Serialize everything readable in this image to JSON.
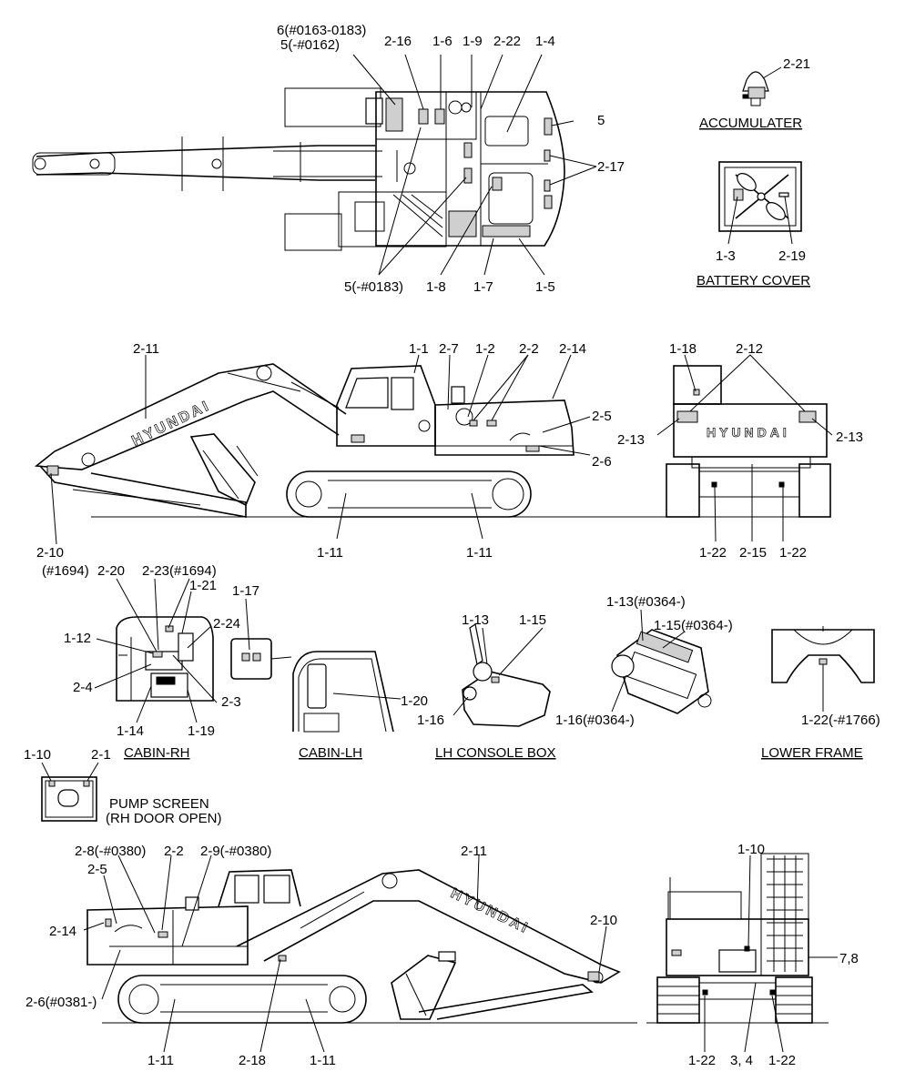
{
  "captions": {
    "accumulater": "ACCUMULATER",
    "battery_cover": "BATTERY COVER",
    "cabin_rh": "CABIN-RH",
    "cabin_lh": "CABIN-LH",
    "lh_console_box": "LH CONSOLE BOX",
    "lower_frame": "LOWER FRAME",
    "pump_screen_1": "PUMP SCREEN",
    "pump_screen_2": "(RH DOOR OPEN)"
  },
  "brand_text": "HYUNDAI",
  "labels": {
    "top": [
      "6(#0163-0183)",
      "5(-#0162)",
      "2-16",
      "1-6",
      "1-9",
      "2-22",
      "1-4",
      "5",
      "2-17",
      "5(-#0183)",
      "1-8",
      "1-7",
      "1-5"
    ],
    "accumulater": [
      "2-21"
    ],
    "battery": [
      "1-3",
      "2-19"
    ],
    "side": [
      "2-11",
      "1-1",
      "2-7",
      "1-2",
      "2-2",
      "2-14",
      "2-5",
      "2-6",
      "2-10",
      "1-11",
      "1-11"
    ],
    "rear": [
      "1-18",
      "2-12",
      "2-13",
      "2-13",
      "1-22",
      "2-15",
      "1-22"
    ],
    "cabin_rh": [
      "(#1694)",
      "2-20",
      "2-23(#1694)",
      "1-21",
      "1-12",
      "2-24",
      "2-4",
      "2-3",
      "1-14",
      "1-19"
    ],
    "cabin_lh": [
      "1-17",
      "1-20"
    ],
    "console": [
      "1-13",
      "1-15",
      "1-16"
    ],
    "console2": [
      "1-13(#0364-)",
      "1-15(#0364-)",
      "1-16(#0364-)"
    ],
    "lower_frame": [
      "1-22(-#1766)"
    ],
    "pump": [
      "1-10",
      "2-1"
    ],
    "bottom": [
      "2-8(-#0380)",
      "2-2",
      "2-9(-#0380)",
      "2-5",
      "2-11",
      "2-14",
      "2-10",
      "2-6(#0381-)",
      "1-11",
      "2-18",
      "1-11"
    ],
    "front": [
      "1-10",
      "7,8",
      "1-22",
      "3, 4",
      "1-22"
    ]
  }
}
